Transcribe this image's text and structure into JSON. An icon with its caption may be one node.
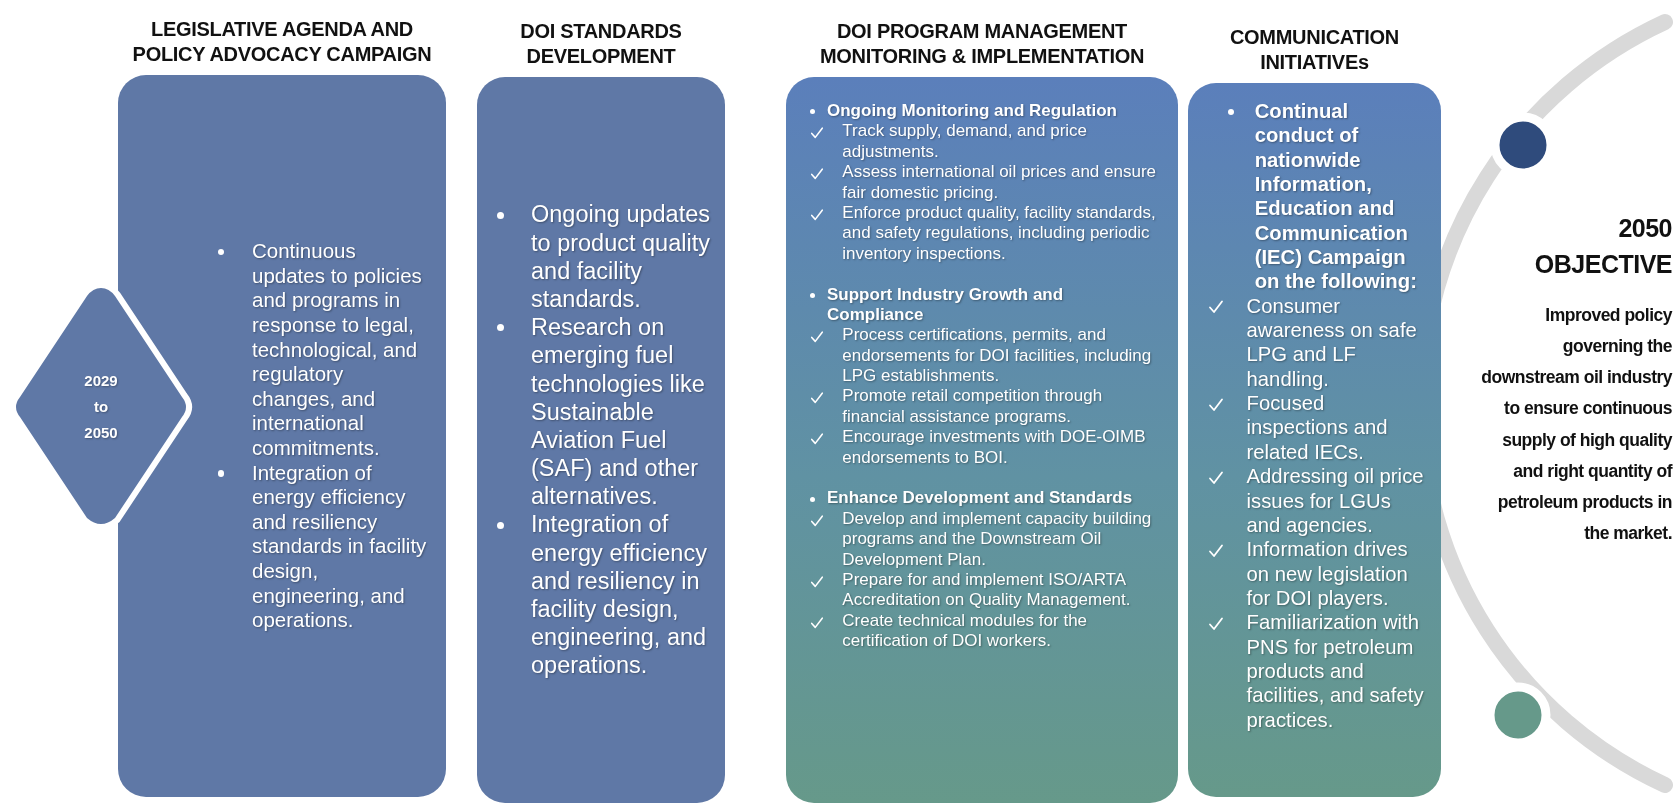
{
  "diagram": {
    "nodes": [
      {
        "text": [
          "2029 to 2050"
        ]
      },
      {
        "text": [
          "LEGISLATIVE AGENDA AND POLICY ADVOCACY CAMPAIGN",
          "Continuous updates to policies and programs in response to legal, technological, and regulatory changes, and international commitments.",
          "Integration of energy efficiency and resiliency standards in facility design, engineering, and operations."
        ]
      },
      {
        "text": [
          "DOI STANDARDS DEVELOPMENT",
          "Ongoing updates to product quality and facility standards.",
          "Research on emerging fuel technologies like Sustainable Aviation Fuel (SAF) and other alternatives.",
          "Integration of energy efficiency and resiliency in facility design, engineering, and operations."
        ]
      },
      {
        "text": [
          "DOI PROGRAM MANAGEMENT MONITORING & IMPLEMENTATION",
          "Ongoing Monitoring and Regulation",
          "Track supply, demand, and price adjustments.",
          "Assess international oil prices and ensure fair domestic pricing.",
          "Enforce product quality, facility standards, and safety regulations, including periodic inventory inspections.",
          "Support Industry Growth and Compliance",
          "Process certifications, permits, and endorsements for DOI facilities, including LPG establishments.",
          "Promote retail competition through financial assistance programs.",
          "Encourage investments with DOE-OIMB endorsements to BOI.",
          "Enhance Development and Standards",
          "Develop and implement capacity building programs and the Downstream Oil Development Plan.",
          "Prepare for and implement ISO/ARTA Accreditation on Quality Management.",
          "Create technical modules for the certification of DOI workers."
        ]
      },
      {
        "text": [
          "COMMUNICATION INITIATIVEs",
          "Continual conduct of nationwide Information, Education and Communication (IEC) Campaign on the following:",
          "Consumer awareness on safe LPG and LF handling.",
          "Focused inspections and related IECs.",
          "Addressing oil price issues for LGUs and agencies.",
          "Information drives on new legislation for DOI players.",
          "Familiarization with PNS for petroleum products and facilities, and safety practices."
        ]
      }
    ],
    "labels": [
      "2050 OBJECTIVE",
      "Improved policy governing the downstream oil industry to ensure continuous supply of high quality and right quantity of petroleum products in the market."
    ]
  }
}
